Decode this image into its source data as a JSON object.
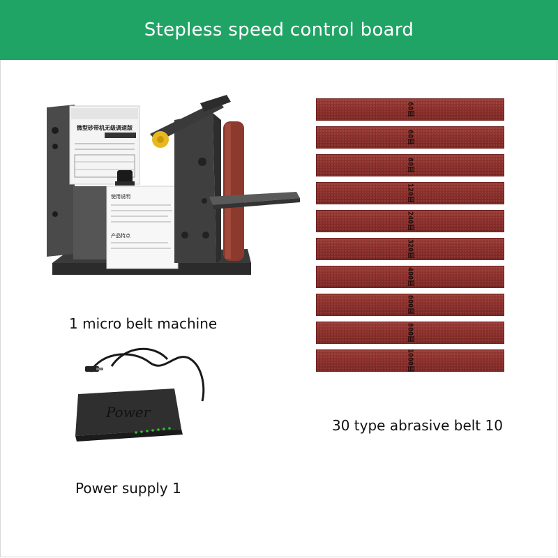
{
  "banner": {
    "title": "Stepless speed control board",
    "color": "#20a466"
  },
  "items": {
    "machine_caption": "1 micro belt machine",
    "power_caption": "Power supply 1",
    "belts_caption": "30 type abrasive belt 10"
  },
  "machine": {
    "box_title": "微型砂带机无级调速版",
    "manual_title": "使用说明",
    "features_title": "产品特点"
  },
  "power_adapter": {
    "label": "Power"
  },
  "belts": [
    {
      "grit": "60目"
    },
    {
      "grit": "60目"
    },
    {
      "grit": "80目"
    },
    {
      "grit": "120目"
    },
    {
      "grit": "240目"
    },
    {
      "grit": "320目"
    },
    {
      "grit": "400目"
    },
    {
      "grit": "600目"
    },
    {
      "grit": "800目"
    },
    {
      "grit": "1000目"
    }
  ]
}
